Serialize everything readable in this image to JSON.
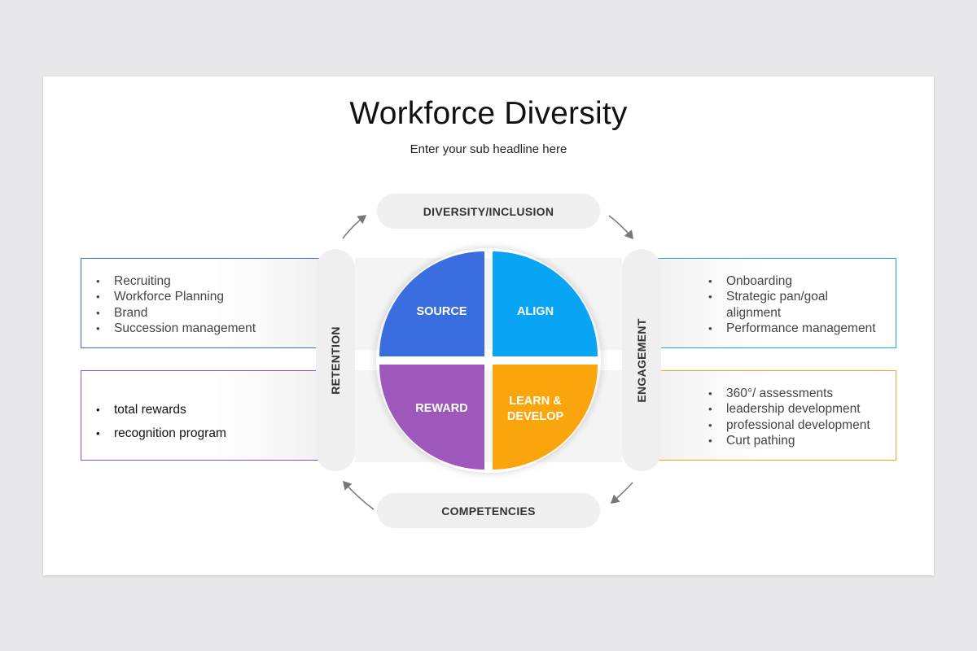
{
  "title": "Workforce Diversity",
  "subtitle": "Enter your sub headline here",
  "pills": {
    "top": "DIVERSITY/INCLUSION",
    "bottom": "COMPETENCIES",
    "left": "RETENTION",
    "right": "ENGAGEMENT"
  },
  "quadrants": {
    "source": "SOURCE",
    "align": "ALIGN",
    "reward": "REWARD",
    "learn_line1": "LEARN &",
    "learn_line2": "DEVELOP"
  },
  "boxes": {
    "top_left": [
      "Recruiting",
      "Workforce Planning",
      "Brand",
      "Succession management"
    ],
    "bottom_left": [
      "total rewards",
      "recognition program"
    ],
    "top_right": [
      "Onboarding",
      "Strategic pan/goal",
      "alignment",
      "Performance management"
    ],
    "bottom_right": [
      "360°/ assessments",
      "leadership development",
      "professional development",
      "Curt pathing"
    ]
  },
  "colors": {
    "source": "#3a6ddf",
    "align": "#0aa4f5",
    "reward": "#9e57bb",
    "learn": "#fba50d"
  }
}
